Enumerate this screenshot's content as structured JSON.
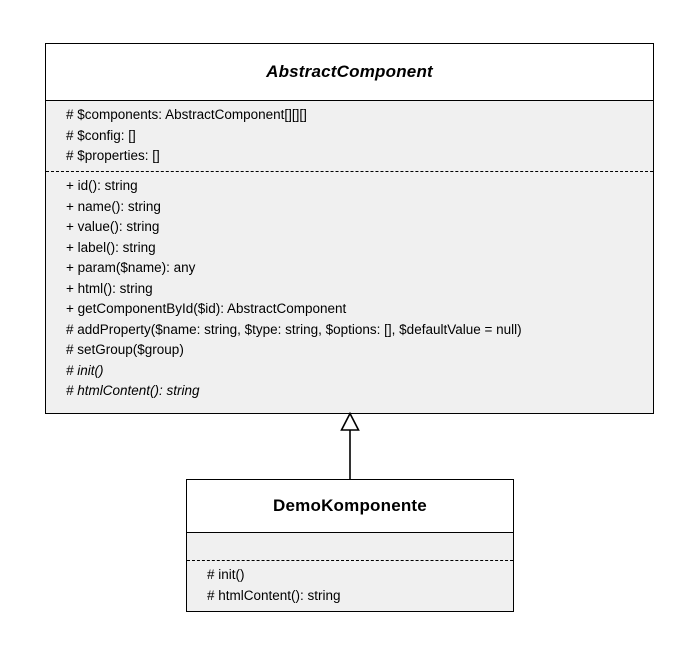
{
  "diagram": {
    "type": "uml-class-diagram",
    "background_color": "#ffffff",
    "line_color": "#000000",
    "compartment_fill": "#f0f0f0",
    "title_fill": "#ffffff"
  },
  "classes": [
    {
      "id": "abstract-component",
      "name": "AbstractComponent",
      "is_abstract": true,
      "attributes": [
        "# $components: AbstractComponent[][][]",
        "# $config: []",
        "# $properties: []"
      ],
      "methods": [
        {
          "text": "+ id(): string",
          "abstract": false
        },
        {
          "text": "+ name(): string",
          "abstract": false
        },
        {
          "text": "+ value(): string",
          "abstract": false
        },
        {
          "text": "+ label(): string",
          "abstract": false
        },
        {
          "text": "+ param($name): any",
          "abstract": false
        },
        {
          "text": "+ html(): string",
          "abstract": false
        },
        {
          "text": "+ getComponentById($id): AbstractComponent",
          "abstract": false
        },
        {
          "text": "# addProperty($name: string, $type: string, $options: [], $defaultValue = null)",
          "abstract": false
        },
        {
          "text": "# setGroup($group)",
          "abstract": false
        },
        {
          "text": "# init()",
          "abstract": true
        },
        {
          "text": "# htmlContent(): string",
          "abstract": true
        }
      ]
    },
    {
      "id": "demo-komponente",
      "name": "DemoKomponente",
      "is_abstract": false,
      "attributes": [],
      "methods": [
        {
          "text": "# init()",
          "abstract": false
        },
        {
          "text": "# htmlContent(): string",
          "abstract": false
        }
      ]
    }
  ],
  "relationships": [
    {
      "type": "generalization",
      "icon": "hollow-triangle-arrow-icon",
      "from": "demo-komponente",
      "to": "abstract-component"
    }
  ]
}
